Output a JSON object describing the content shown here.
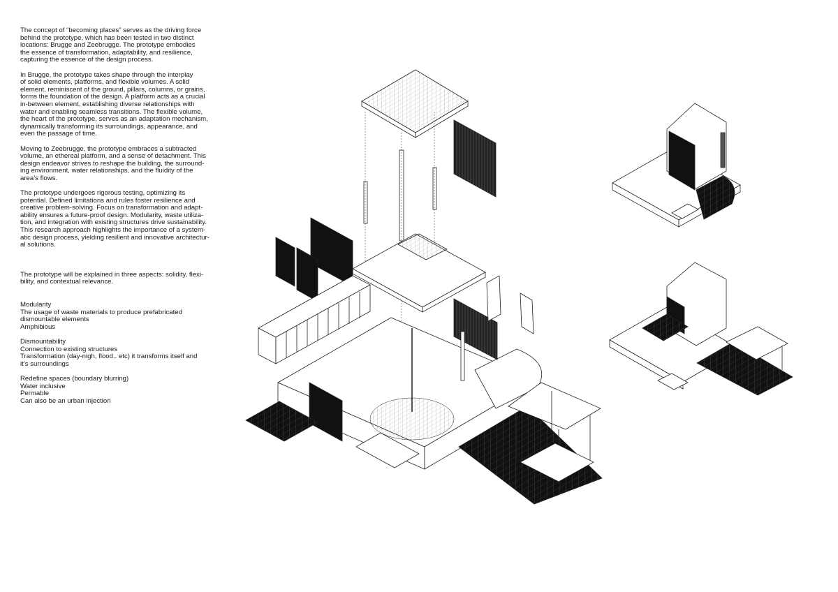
{
  "intro": {
    "p1": [
      "The concept of “becoming places” serves as the driving force",
      "behind the prototype, which has been tested in two distinct",
      "locations: Brugge and Zeebrugge. The prototype embodies",
      "the essence of transformation, adaptability, and resilience,",
      "capturing the essence of the design process."
    ],
    "p2": [
      "In Brugge, the prototype takes shape through the interplay",
      "of solid elements, platforms, and flexible volumes. A solid",
      "element, reminiscent of the ground, pillars, columns, or grains,",
      "forms the foundation of the design. A platform acts as a crucial",
      "in-between element, establishing diverse relationships with",
      "water and enabling seamless transitions. The flexible volume,",
      "the heart of the prototype, serves as an adaptation mechanism,",
      "dynamically transforming its surroundings, appearance, and",
      "even the passage of time."
    ],
    "p3": [
      "Moving to Zeebrugge, the prototype embraces a subtracted",
      "volume, an ethereal platform, and a sense of detachment. This",
      "design endeavor strives to reshape the building, the surround-",
      "ing environment, water relationships, and the fluidity of the",
      "area’s flows."
    ],
    "p4": [
      "The prototype undergoes rigorous testing, optimizing its",
      "potential. Defined limitations and rules foster resilience and",
      "creative problem-solving. Focus on transformation and adapt-",
      "ability ensures a future-proof design. Modularity, waste utiliza-",
      "tion, and integration with existing structures drive sustainability.",
      "This research approach highlights the importance of a system-",
      "atic design process, yielding resilient and innovative architectur-",
      "al solutions."
    ],
    "p5": [
      "The prototype will be explained in three aspects: solidity, flexi-",
      "bility, and contextual relevance."
    ]
  },
  "aspects": {
    "g1": [
      "Modularity",
      "The usage of waste materials to produce prefabricated",
      "dismountable elements",
      "Amphibious"
    ],
    "g2": [
      "Dismountability",
      "Connection to existing structures",
      "Transformation (day-nigh, flood.. etc) it transforms itself and",
      "it’s surroundings"
    ],
    "g3": [
      "Redefine spaces (boundary blurring)",
      "Water inclusive",
      "Permable",
      "Can also be an urban injection"
    ]
  }
}
